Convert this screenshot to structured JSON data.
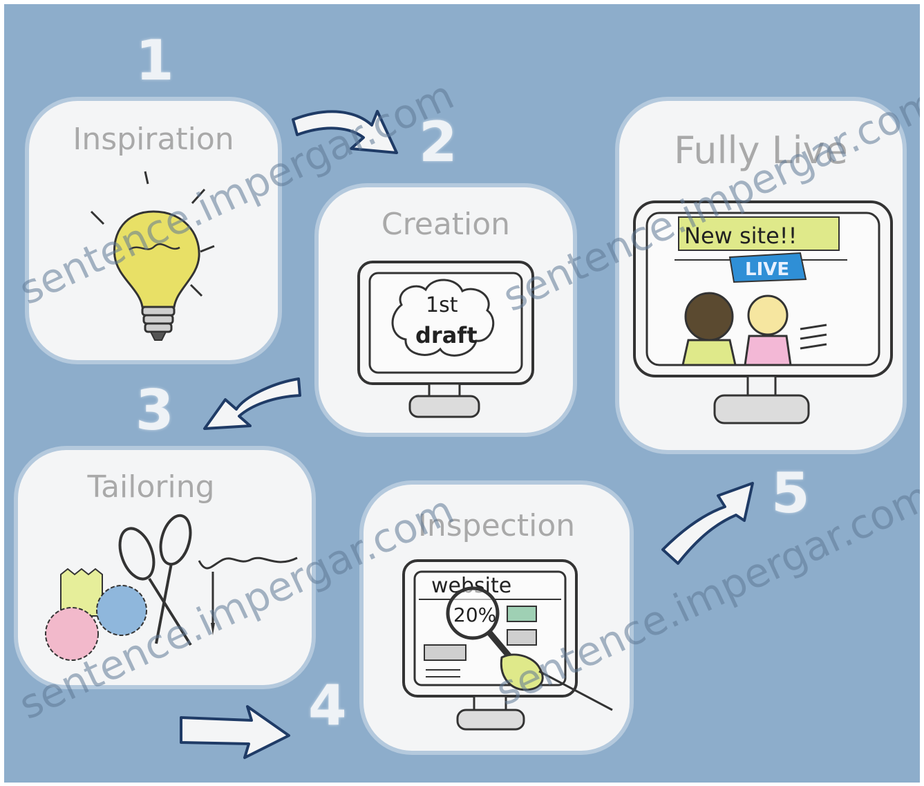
{
  "steps": [
    {
      "number": "1",
      "title": "Inspiration"
    },
    {
      "number": "2",
      "title": "Creation",
      "screen_text": {
        "line1": "1st",
        "line2": "draft"
      }
    },
    {
      "number": "3",
      "title": "Tailoring"
    },
    {
      "number": "4",
      "title": "Inspection",
      "screen_text": {
        "banner": "website",
        "scoreboard": "20%"
      }
    },
    {
      "number": "5",
      "title": "Fully Live",
      "screen_text": {
        "banner": "New site!!",
        "badge": "LIVE"
      }
    }
  ],
  "watermark": {
    "text": "sentence.impergar.com"
  },
  "colors": {
    "background": "#8dadcb",
    "card": "#f4f5f6",
    "title": "#a9a9a9",
    "bulb": "#e8e066",
    "highlight": "#dfe98a",
    "badge": "#2f8fd6"
  }
}
